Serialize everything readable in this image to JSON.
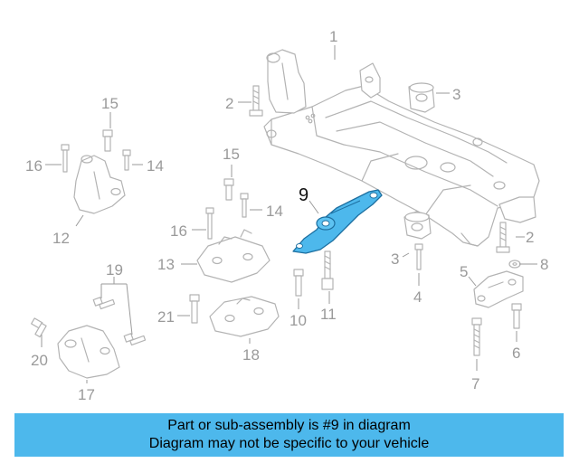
{
  "banner": {
    "line1": "Part or sub-assembly is #9 in diagram",
    "line2": "Diagram may not be specific to your vehicle"
  },
  "colors": {
    "highlight": "#4db8ec",
    "banner_bg": "#4db8ec",
    "line_art": "#b3b3b3"
  },
  "callouts": {
    "c1": "1",
    "c2a": "2",
    "c2b": "2",
    "c3a": "3",
    "c3b": "3",
    "c4": "4",
    "c5": "5",
    "c6": "6",
    "c7": "7",
    "c8": "8",
    "c9": "9",
    "c10": "10",
    "c11": "11",
    "c12": "12",
    "c13": "13",
    "c14a": "14",
    "c14b": "14",
    "c15a": "15",
    "c15b": "15",
    "c16a": "16",
    "c16b": "16",
    "c17": "17",
    "c18": "18",
    "c19": "19",
    "c20": "20",
    "c21": "21"
  },
  "highlighted_part": "9"
}
